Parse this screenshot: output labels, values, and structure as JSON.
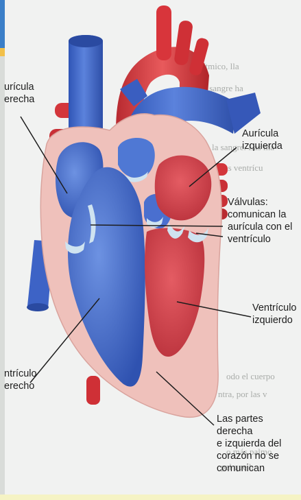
{
  "labels": {
    "auricula_derecha": "urícula\nerecha",
    "auricula_izquierda": "Aurícula\nizquierda",
    "valvulas": "Válvulas:\ncomunican la\naurícula con el\nventrículo",
    "ventriculo_izquierdo": "Ventrículo\nizquierdo",
    "ventriculo_derecho": "ntrículo\nerecho",
    "partes": "Las partes derecha\ne izquierda del\ncorazón no se\ncomunican"
  },
  "background_text": {
    "line1": "mo y rítmico, lla",
    "line2": "pulsa la sangre ha",
    "line3": "a la sangre. Las ma",
    "line4": "pigio, las ventrícu",
    "line5": "odo el cuerpo",
    "line6": "ntra, por las v",
    "line7": "o más palmo",
    "line8": "pel que h",
    "line9": "el c"
  },
  "colors": {
    "blue_vessel": "#3f66c9",
    "red_vessel": "#d8353b",
    "pink_wall": "#f0c3bd",
    "background": "#f1f2f1"
  }
}
